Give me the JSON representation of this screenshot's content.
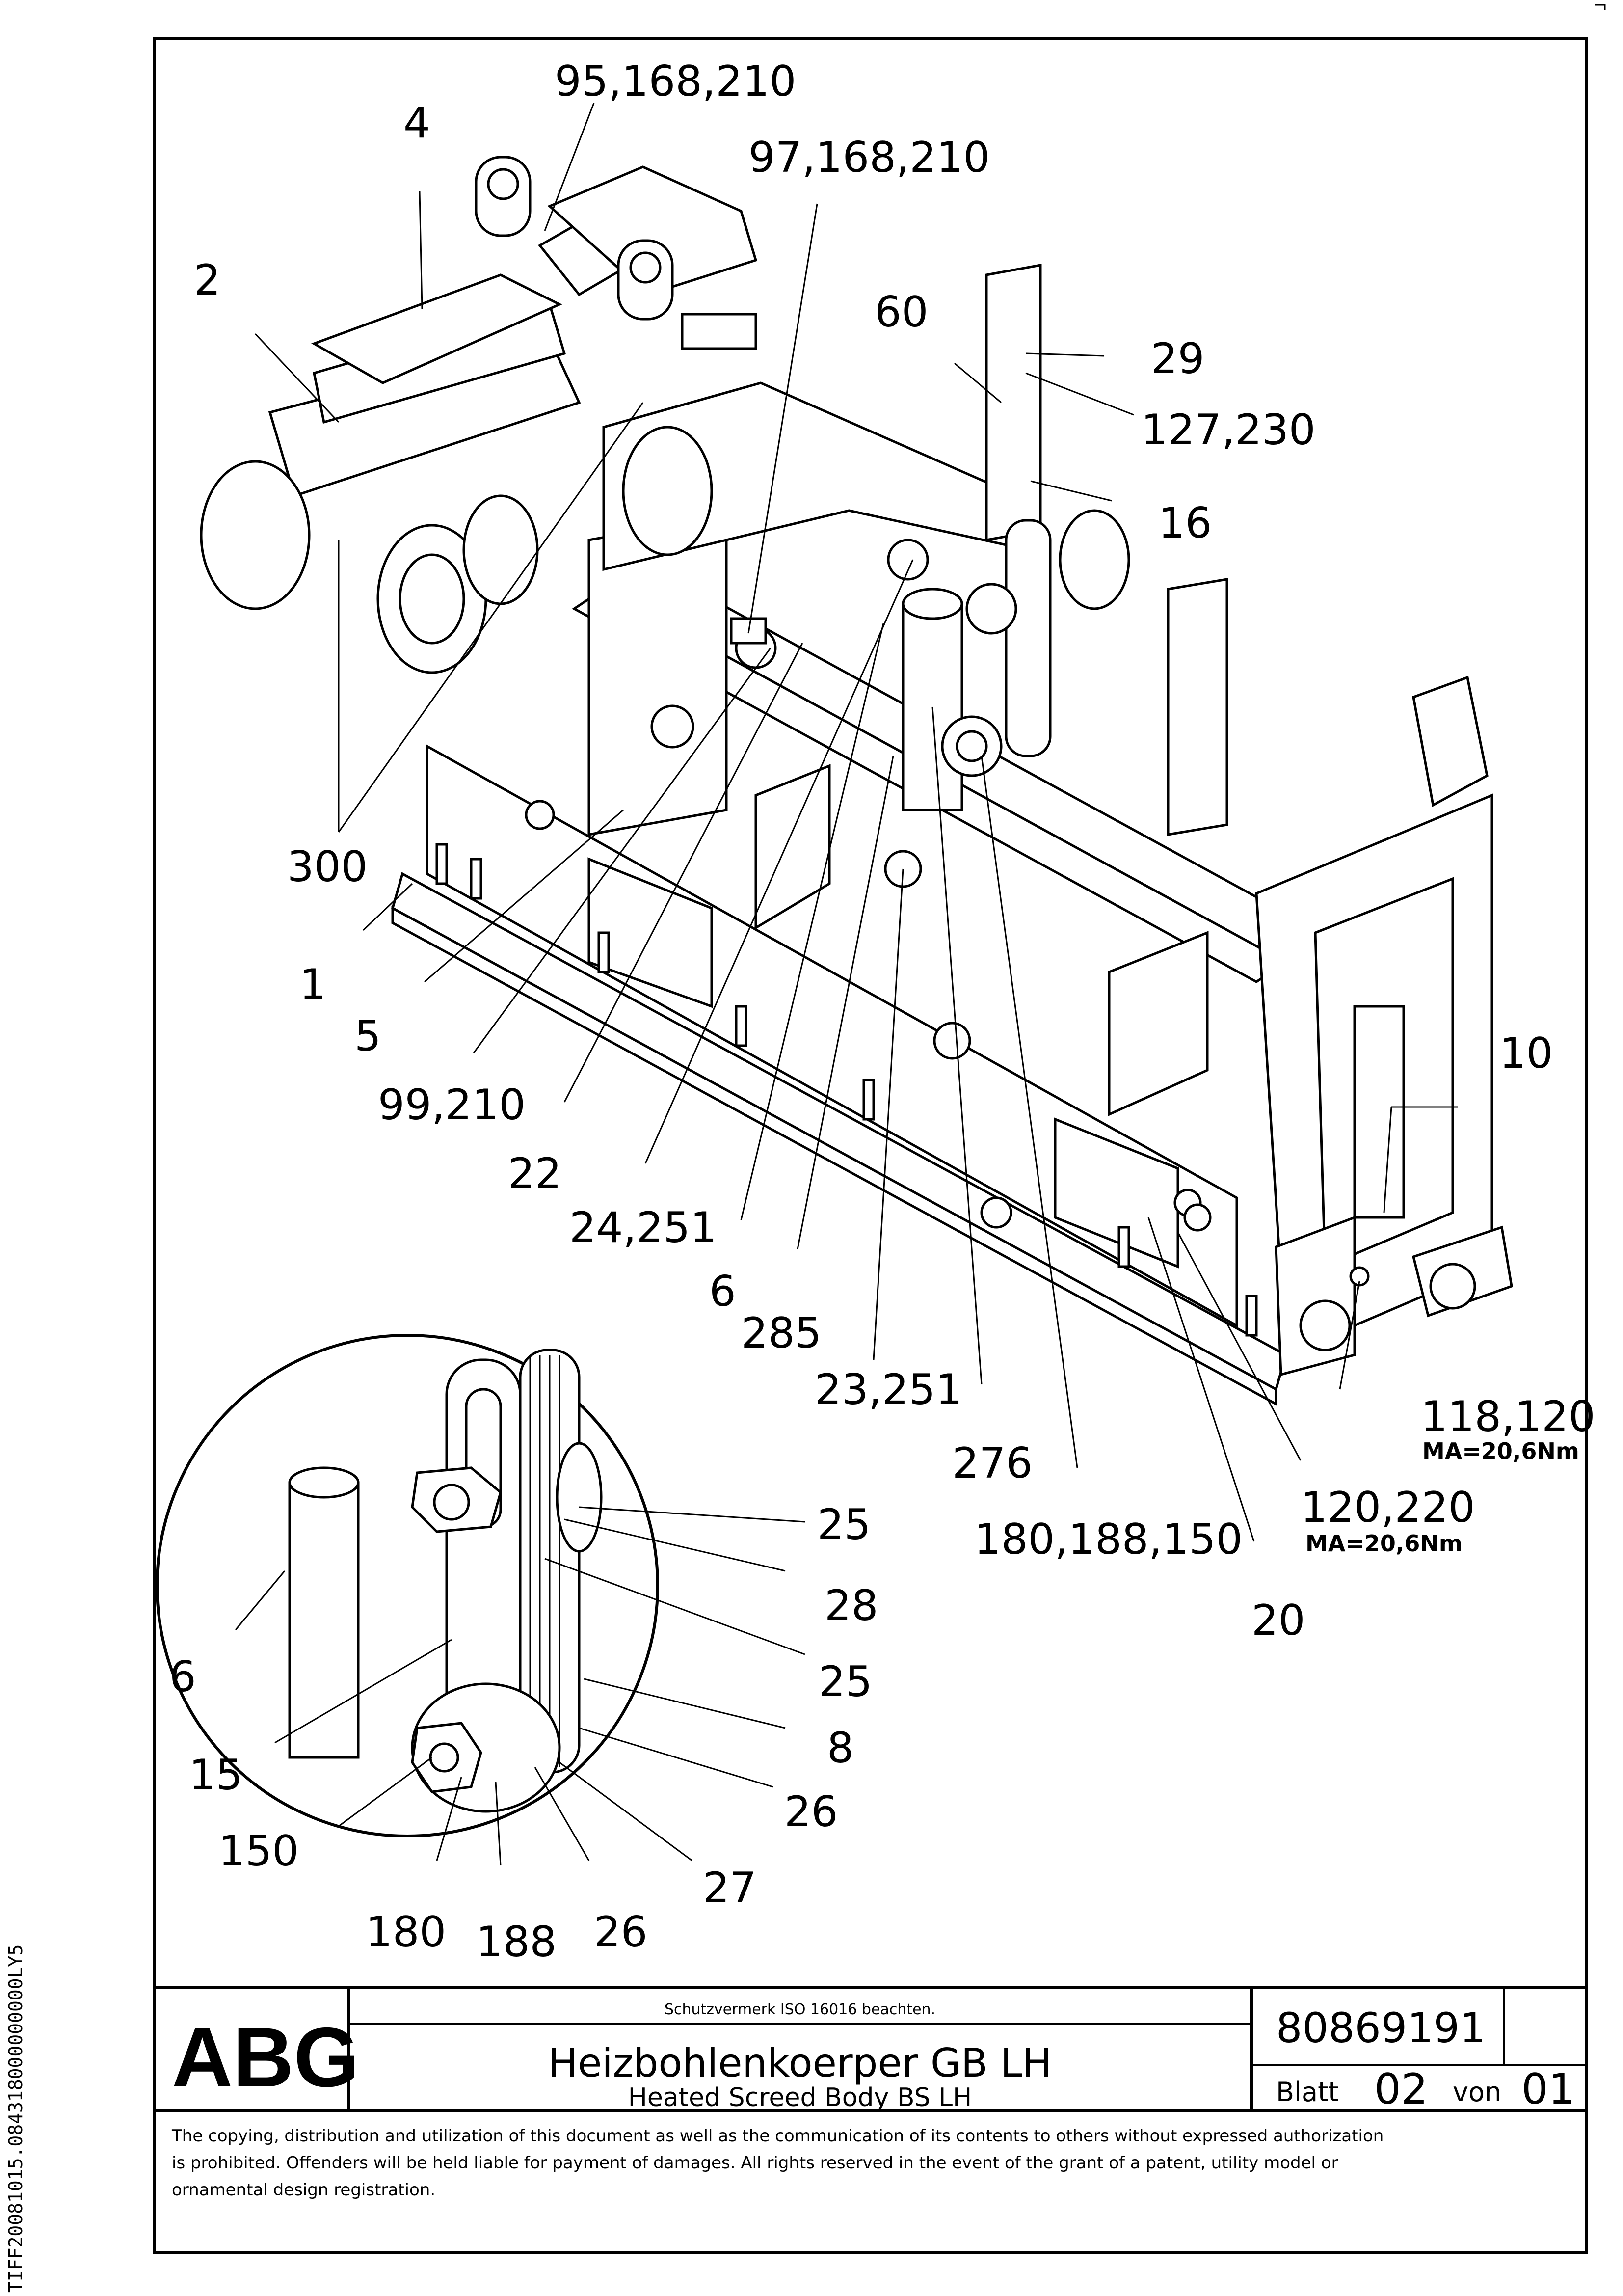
{
  "callouts": {
    "c4": "4",
    "c95": "95,168,210",
    "c97": "97,168,210",
    "c2": "2",
    "c60": "60",
    "c29": "29",
    "c127": "127,230",
    "c16": "16",
    "c300": "300",
    "c1": "1",
    "c5": "5",
    "c99": "99,210",
    "c22": "22",
    "c24": "24,251",
    "c6a": "6",
    "c285": "285",
    "c23": "23,251",
    "c276": "276",
    "c180b": "180,188,150",
    "c10": "10",
    "c118": "118,120",
    "c118ma": "MA=20,6Nm",
    "c120": "120,220",
    "c120ma": "MA=20,6Nm",
    "c20": "20"
  },
  "detail": {
    "c25a": "25",
    "c28": "28",
    "c25b": "25",
    "c8": "8",
    "c26a": "26",
    "c27": "27",
    "c26b": "26",
    "c188": "188",
    "c180": "180",
    "c150": "150",
    "c15": "15",
    "c6": "6"
  },
  "title_block": {
    "logo": "ABG",
    "protection_note": "Schutzvermerk ISO 16016 beachten.",
    "title_de": "Heizbohlenkoerper GB LH",
    "title_en": "Heated Screed Body BS LH",
    "drawing_number": "80869191",
    "sheet_label": "Blatt",
    "sheet_number": "02",
    "of_label": "von",
    "sheet_total": "01"
  },
  "copyright": {
    "line1": "The copying, distribution and utilization of this document as well as the communication of its contents to others without expressed authorization",
    "line2": "is prohibited. Offenders will be held liable for payment of damages. All rights reserved in the event of the grant of a patent, utility model or",
    "line3": "ornamental design registration."
  },
  "side_reference": "TIFF20081015.084318000000000LY5"
}
